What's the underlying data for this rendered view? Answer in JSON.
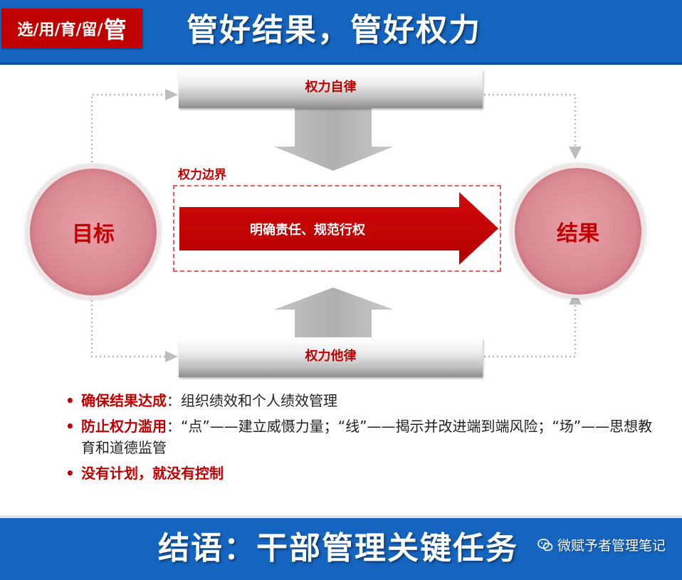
{
  "header": {
    "tag_prefix": "选/用/育/留/",
    "tag_emphasis": "管",
    "title": "管好结果，管好权力"
  },
  "diagram": {
    "goal": "目标",
    "result": "结果",
    "top_bar": "权力自律",
    "bottom_bar": "权力他律",
    "boundary_label": "权力边界",
    "main_arrow": "明确责任、规范行权"
  },
  "bullets": [
    {
      "key": "确保结果达成",
      "text": "：组织绩效和个人绩效管理"
    },
    {
      "key": "防止权力滥用",
      "text": "：“点”——建立威慑力量；“线”——揭示并改进端到端风险；“场”——思想教育和道德监管"
    },
    {
      "key": "没有计划，就没有控制",
      "text": ""
    }
  ],
  "footer": {
    "title": "结语：干部管理关键任务",
    "watermark": "微赋予者管理笔记"
  },
  "colors": {
    "primary_blue": "#1565c0",
    "accent_red": "#c00000",
    "circle_pink": "#d98891"
  },
  "icons": {
    "watermark_icon": "wechat-icon",
    "bullet_icon": "bullet-dot-icon"
  }
}
